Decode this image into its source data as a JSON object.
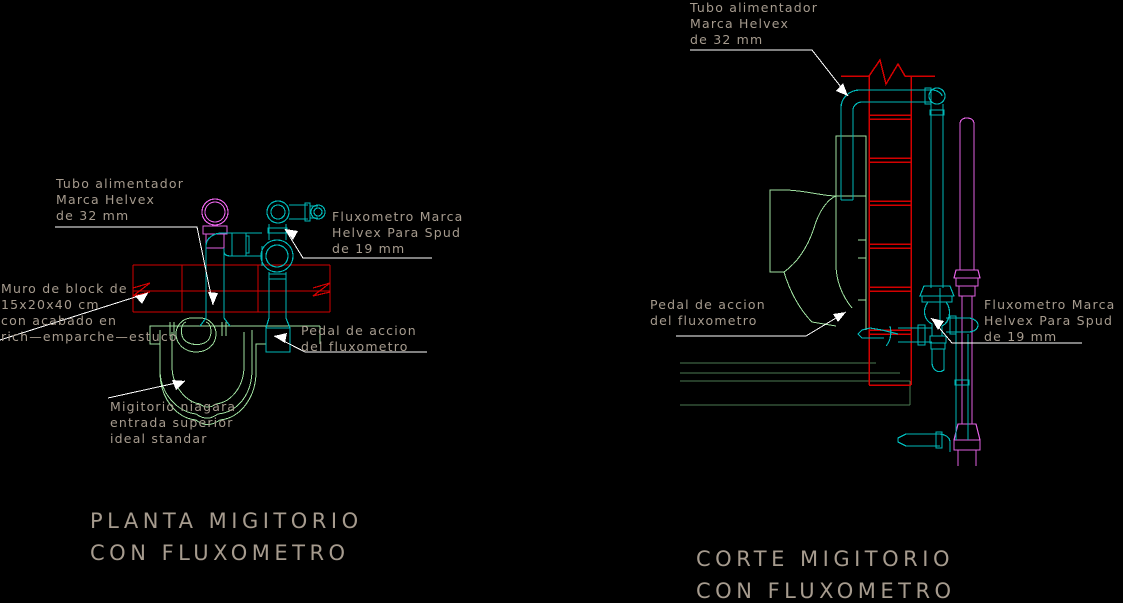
{
  "drawing": {
    "background_color": "#000000",
    "text_color": "#a69b8e",
    "leader_color": "#ffffff",
    "colors": {
      "wall_red": "#d40000",
      "wall_red_dim": "#8b1a1a",
      "pipe_cyan": "#00b8b8",
      "pipe_magenta": "#e060e0",
      "fixture_green": "#9fe0a0",
      "floor_green_dim": "#4c7a52"
    }
  },
  "views": [
    {
      "id": "plan-view",
      "title_line1": "PLANTA  MIGITORIO",
      "title_line2": "CON  FLUXOMETRO",
      "annotations": [
        {
          "id": "tubo-alimentador",
          "lines": [
            "Tubo  alimentador",
            "Marca    Helvex",
            "de  32  mm"
          ]
        },
        {
          "id": "muro-de-block",
          "lines": [
            "Muro de block de",
            "15x20x40 cm",
            "con  acabado en",
            "rich—emparche—estuco"
          ]
        },
        {
          "id": "fluxometro",
          "lines": [
            "Fluxometro Marca",
            "Helvex Para  Spud",
            "de 19 mm"
          ]
        },
        {
          "id": "pedal-de-accion",
          "lines": [
            "Pedal  de  accion",
            "del  fluxometro"
          ]
        },
        {
          "id": "migitorio-niagara",
          "lines": [
            "Migitorio niagara",
            "entrada superior",
            "ideal standar"
          ]
        }
      ]
    },
    {
      "id": "section-view",
      "title_line1": "CORTE  MIGITORIO",
      "title_line2": "CON  FLUXOMETRO",
      "annotations": [
        {
          "id": "tubo-alimentador-corte",
          "lines": [
            "Tubo  alimentador",
            "Marca   Helvex",
            "de  32  mm"
          ]
        },
        {
          "id": "pedal-de-accion-corte",
          "lines": [
            "Pedal de accion",
            "del fluxometro"
          ]
        },
        {
          "id": "fluxometro-corte",
          "lines": [
            "Fluxometro Marca",
            "Helvex Para  Spud",
            "de 19 mm"
          ]
        }
      ]
    }
  ]
}
